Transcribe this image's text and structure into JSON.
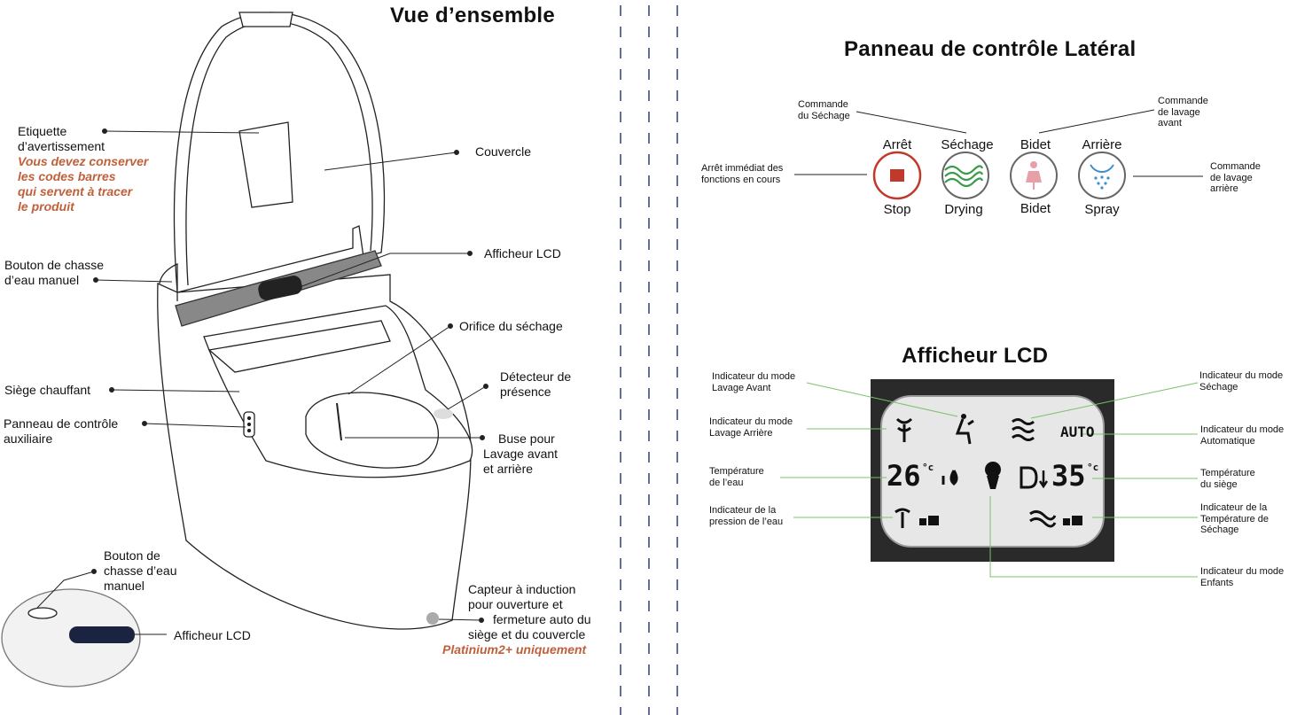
{
  "overview": {
    "title": "Vue d’ensemble",
    "warning_label": [
      "Etiquette",
      "d’avertissement"
    ],
    "warning_note": [
      "Vous devez conserver",
      "les codes barres",
      "qui servent à tracer",
      "le produit"
    ],
    "lid": "Couvercle",
    "lcd_display": "Afficheur LCD",
    "manual_flush": [
      "Bouton de chasse",
      "d’eau manuel"
    ],
    "dryer_orifice": "Orifice du séchage",
    "presence_detector": [
      "Détecteur de",
      "présence"
    ],
    "heated_seat": "Siège chauffant",
    "aux_panel": [
      "Panneau de contrôle",
      "auxiliaire"
    ],
    "nozzle": [
      "Buse pour",
      "Lavage avant",
      "et arrière"
    ],
    "inset_flush": [
      "Bouton de",
      "chasse d’eau",
      "manuel"
    ],
    "inset_lcd": "Afficheur LCD",
    "sensor": [
      "Capteur à induction",
      "pour ouverture et",
      "fermeture auto du",
      "siège et du couvercle"
    ],
    "sensor_note": "Platinium2+ uniquement"
  },
  "side_panel": {
    "title": "Panneau de contrôle Latéral",
    "drying_cmd": [
      "Commande",
      "du Séchage"
    ],
    "front_cmd": [
      "Commande",
      "de lavage",
      "avant"
    ],
    "stop_desc": [
      "Arrêt immédiat des",
      "fonctions en cours"
    ],
    "rear_cmd": [
      "Commande",
      "de lavage",
      "arrière"
    ],
    "buttons": [
      {
        "top": "Arrêt",
        "bottom": "Stop",
        "icon": "stop-square-icon"
      },
      {
        "top": "Séchage",
        "bottom": "Drying",
        "icon": "drying-waves-icon"
      },
      {
        "top": "Bidet",
        "bottom": "Bidet",
        "icon": "bidet-figure-icon"
      },
      {
        "top": "Arrière",
        "bottom": "Spray",
        "icon": "rear-spray-icon"
      }
    ],
    "colors": {
      "stop": "#c0392b",
      "drying": "#3a9a4a",
      "bidet": "#e8a0a8",
      "spray": "#3a8fd0"
    }
  },
  "lcd": {
    "title": "Afficheur LCD",
    "front_mode": [
      "Indicateur du mode",
      "Lavage Avant"
    ],
    "drying_mode": [
      "Indicateur du mode",
      "Séchage"
    ],
    "rear_mode": [
      "Indicateur du mode",
      "Lavage Arrière"
    ],
    "auto_mode": [
      "Indicateur du mode",
      "Automatique"
    ],
    "water_temp": [
      "Température",
      "de l’eau"
    ],
    "seat_temp": [
      "Température",
      "du siège"
    ],
    "water_pressure": [
      "Indicateur de la",
      "pression de l’eau"
    ],
    "drying_temp": [
      "Indicateur de la",
      "Température de",
      "Séchage"
    ],
    "child_mode": [
      "Indicateur du mode",
      "Enfants"
    ],
    "screen": {
      "auto": "AUTO",
      "water_temp": "26",
      "seat_temp": "35",
      "unit": "°c"
    },
    "line_color": "#7cc06a"
  }
}
